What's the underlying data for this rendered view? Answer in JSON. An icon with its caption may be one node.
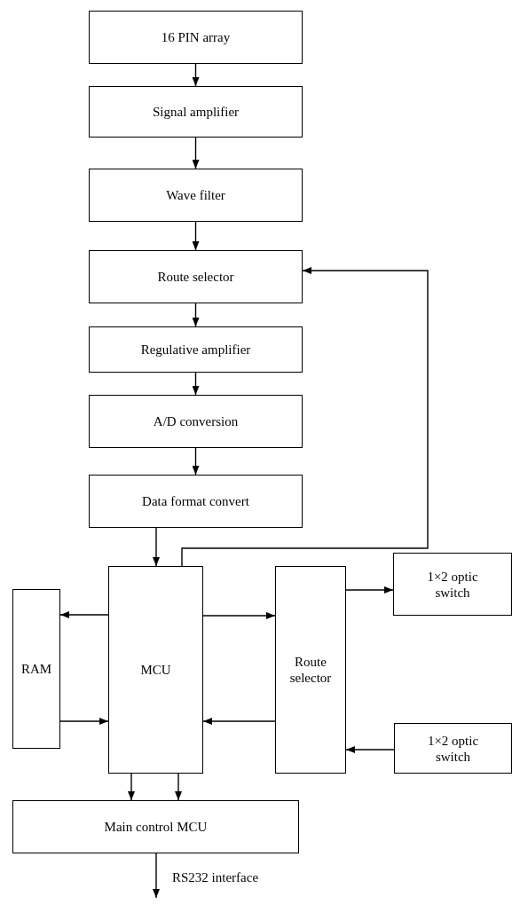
{
  "diagram": {
    "nodes": [
      {
        "text": [
          "16 PIN array"
        ]
      },
      {
        "text": [
          "Signal amplifier"
        ]
      },
      {
        "text": [
          "Wave filter"
        ]
      },
      {
        "text": [
          "Route selector"
        ]
      },
      {
        "text": [
          "Regulative amplifier"
        ]
      },
      {
        "text": [
          "A/D conversion"
        ]
      },
      {
        "text": [
          "Data format convert"
        ]
      },
      {
        "text": [
          "RAM"
        ]
      },
      {
        "text": [
          "MCU"
        ]
      },
      {
        "text": [
          "Route selector"
        ]
      },
      {
        "text": [
          "1×2 optic switch"
        ]
      },
      {
        "text": [
          "1×2 optic switch"
        ]
      },
      {
        "text": [
          "Main control MCU"
        ]
      }
    ],
    "edges": [
      {
        "from": 0,
        "to": 1,
        "arrow": "to"
      },
      {
        "from": 1,
        "to": 2,
        "arrow": "to"
      },
      {
        "from": 2,
        "to": 3,
        "arrow": "to"
      },
      {
        "from": 3,
        "to": 4,
        "arrow": "to"
      },
      {
        "from": 4,
        "to": 5,
        "arrow": "to"
      },
      {
        "from": 5,
        "to": 6,
        "arrow": "to"
      },
      {
        "from": 6,
        "to": 8,
        "arrow": "to"
      },
      {
        "from": 8,
        "to": 3,
        "arrow": "to"
      },
      {
        "from": 8,
        "to": 7,
        "arrow": "to"
      },
      {
        "from": 7,
        "to": 8,
        "arrow": "to"
      },
      {
        "from": 8,
        "to": 9,
        "arrow": "to"
      },
      {
        "from": 9,
        "to": 8,
        "arrow": "to"
      },
      {
        "from": 9,
        "to": 10,
        "arrow": "to"
      },
      {
        "from": 11,
        "to": 9,
        "arrow": "to"
      },
      {
        "from": 8,
        "to": 12,
        "arrow": "to"
      },
      {
        "from": 8,
        "to": 12,
        "arrow": "to"
      },
      {
        "from": 12,
        "to": null,
        "arrow": "to",
        "label": "RS232 interface"
      }
    ]
  }
}
